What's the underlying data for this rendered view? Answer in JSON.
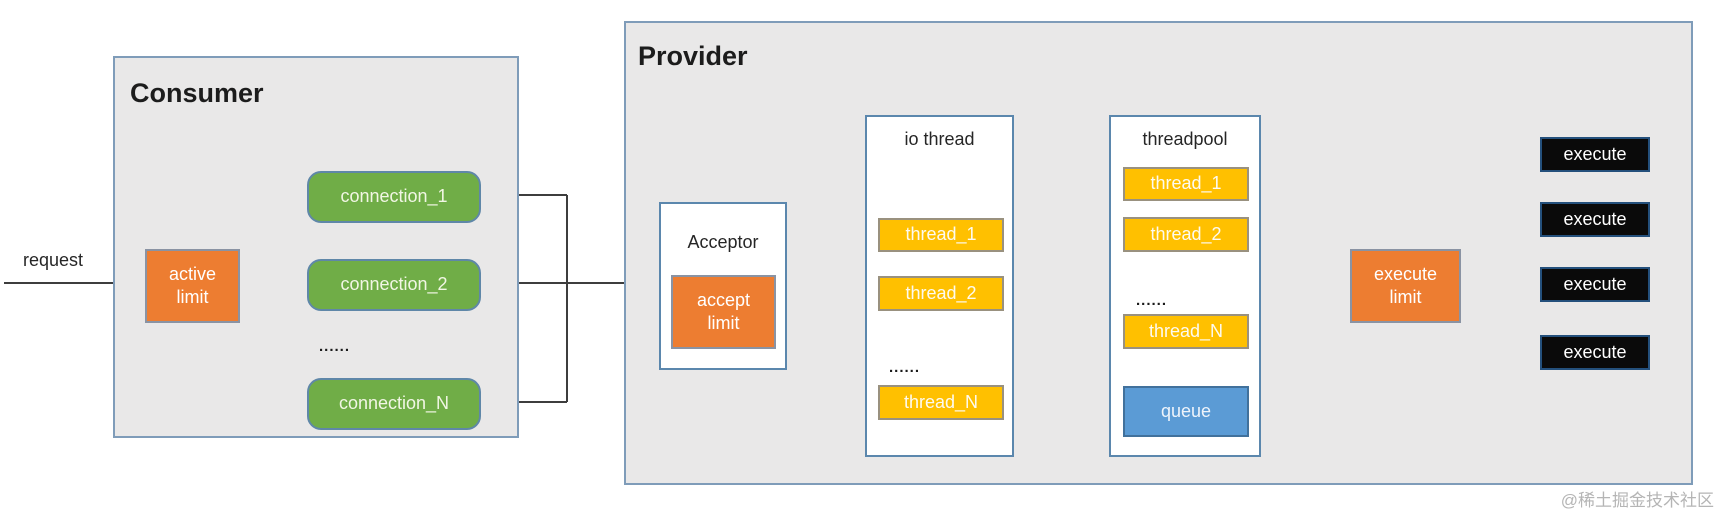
{
  "request_label": "request",
  "consumer": {
    "title": "Consumer",
    "active_limit_label": "active limit",
    "connections": [
      "connection_1",
      "connection_2",
      "connection_N"
    ],
    "ellipsis": "......"
  },
  "provider": {
    "title": "Provider",
    "acceptor": {
      "title": "Acceptor",
      "accept_limit_label": "accept limit"
    },
    "io_thread": {
      "title": "io thread",
      "threads": [
        "thread_1",
        "thread_2",
        "thread_N"
      ],
      "ellipsis": "......"
    },
    "threadpool": {
      "title": "threadpool",
      "threads": [
        "thread_1",
        "thread_2",
        "thread_N"
      ],
      "ellipsis": "......",
      "queue_label": "queue"
    },
    "execute_limit_label": "execute limit",
    "execute_boxes": [
      "execute",
      "execute",
      "execute",
      "execute"
    ]
  },
  "watermark": "@稀土掘金技术社区",
  "colors": {
    "orange": "#ED7D31",
    "green": "#70AD47",
    "yellow": "#FFC000",
    "blue": "#5B9BD5",
    "black_box": "#0A0A0A",
    "container_fill": "#E9E8E8",
    "container_border": "#7F9CB9",
    "white_box_border": "#5B87AD",
    "line": "#3D3D3D"
  }
}
